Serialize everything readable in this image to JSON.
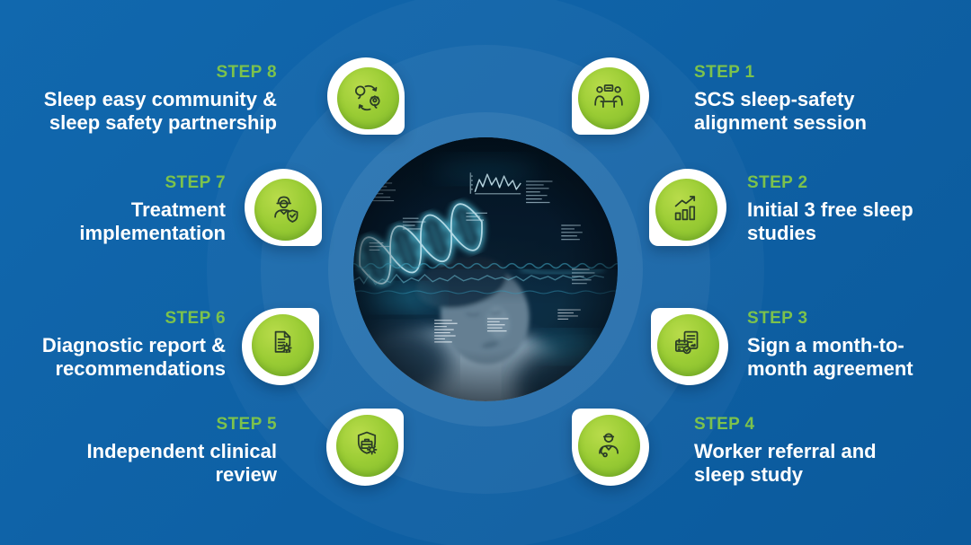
{
  "colors": {
    "background_blue": "#0E60A4",
    "badge_green": "#9ACC34",
    "step_label_green": "#7CC24C",
    "title_white": "#FFFFFF",
    "photo_glow_cyan": "#5FD9F2"
  },
  "center": {
    "image_alt": "Sleeping person with DNA helix and biometric data overlay"
  },
  "steps": [
    {
      "label": "STEP 1",
      "title": "SCS sleep-safety\nalignment session",
      "icon": "meeting-icon"
    },
    {
      "label": "STEP 2",
      "title": "Initial 3 free sleep\nstudies",
      "icon": "growth-chart-icon"
    },
    {
      "label": "STEP 3",
      "title": "Sign a month-to-\nmonth agreement",
      "icon": "agreement-calendar-icon"
    },
    {
      "label": "STEP 4",
      "title": "Worker referral and\nsleep study",
      "icon": "doctor-icon"
    },
    {
      "label": "STEP 5",
      "title": "Independent clinical\nreview",
      "icon": "clinical-shield-icon"
    },
    {
      "label": "STEP 6",
      "title": "Diagnostic report &\nrecommendations",
      "icon": "report-gear-icon"
    },
    {
      "label": "STEP 7",
      "title": "Treatment\nimplementation",
      "icon": "worker-shield-icon"
    },
    {
      "label": "STEP 8",
      "title": "Sleep easy community &\nsleep safety partnership",
      "icon": "knowledge-exchange-icon"
    }
  ]
}
